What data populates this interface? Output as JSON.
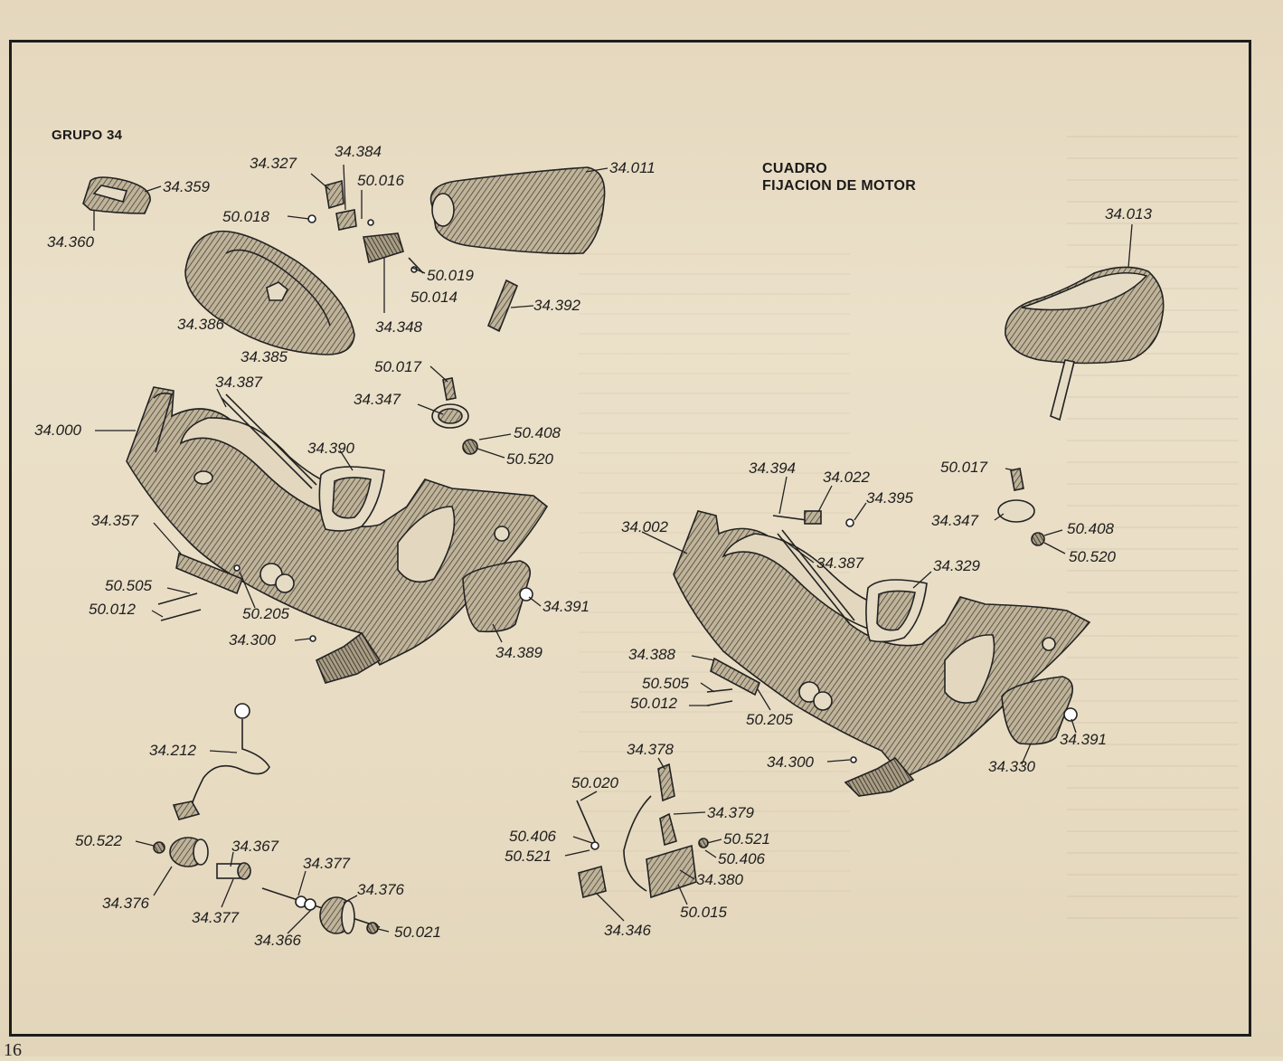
{
  "header": {
    "group": "GRUPO 34",
    "section_line1": "CUADRO",
    "section_line2": "FIJACION DE MOTOR",
    "page_number": "16"
  },
  "labels": [
    {
      "id": "l1",
      "text": "34.359"
    },
    {
      "id": "l2",
      "text": "34.360"
    },
    {
      "id": "l3",
      "text": "34.327"
    },
    {
      "id": "l4",
      "text": "34.384"
    },
    {
      "id": "l5",
      "text": "50.016"
    },
    {
      "id": "l6",
      "text": "50.018"
    },
    {
      "id": "l7",
      "text": "34.011"
    },
    {
      "id": "l8",
      "text": "50.019"
    },
    {
      "id": "l9",
      "text": "50.014"
    },
    {
      "id": "l10",
      "text": "34.392"
    },
    {
      "id": "l11",
      "text": "34.386"
    },
    {
      "id": "l12",
      "text": "34.348"
    },
    {
      "id": "l13",
      "text": "34.385"
    },
    {
      "id": "l14",
      "text": "50.017"
    },
    {
      "id": "l15",
      "text": "34.387"
    },
    {
      "id": "l16",
      "text": "34.347"
    },
    {
      "id": "l17",
      "text": "50.408"
    },
    {
      "id": "l18",
      "text": "50.520"
    },
    {
      "id": "l19",
      "text": "34.000"
    },
    {
      "id": "l20",
      "text": "34.390"
    },
    {
      "id": "l21",
      "text": "34.357"
    },
    {
      "id": "l22",
      "text": "50.505"
    },
    {
      "id": "l23",
      "text": "50.012"
    },
    {
      "id": "l24",
      "text": "50.205"
    },
    {
      "id": "l25",
      "text": "34.300"
    },
    {
      "id": "l26",
      "text": "34.391"
    },
    {
      "id": "l27",
      "text": "34.389"
    },
    {
      "id": "l28",
      "text": "34.013"
    },
    {
      "id": "l29",
      "text": "34.394"
    },
    {
      "id": "l30",
      "text": "34.022"
    },
    {
      "id": "l31",
      "text": "34.395"
    },
    {
      "id": "l32",
      "text": "50.017"
    },
    {
      "id": "l33",
      "text": "34.347"
    },
    {
      "id": "l34",
      "text": "50.408"
    },
    {
      "id": "l35",
      "text": "50.520"
    },
    {
      "id": "l36",
      "text": "34.002"
    },
    {
      "id": "l37",
      "text": "34.387"
    },
    {
      "id": "l38",
      "text": "34.329"
    },
    {
      "id": "l39",
      "text": "34.388"
    },
    {
      "id": "l40",
      "text": "50.505"
    },
    {
      "id": "l41",
      "text": "50.012"
    },
    {
      "id": "l42",
      "text": "50.205"
    },
    {
      "id": "l43",
      "text": "34.391"
    },
    {
      "id": "l44",
      "text": "34.300"
    },
    {
      "id": "l45",
      "text": "34.330"
    },
    {
      "id": "l46",
      "text": "34.212"
    },
    {
      "id": "l47",
      "text": "34.378"
    },
    {
      "id": "l48",
      "text": "50.020"
    },
    {
      "id": "l49",
      "text": "34.379"
    },
    {
      "id": "l50",
      "text": "50.406"
    },
    {
      "id": "l51",
      "text": "50.521"
    },
    {
      "id": "l52",
      "text": "50.521"
    },
    {
      "id": "l53",
      "text": "50.406"
    },
    {
      "id": "l54",
      "text": "34.380"
    },
    {
      "id": "l55",
      "text": "50.522"
    },
    {
      "id": "l56",
      "text": "34.367"
    },
    {
      "id": "l57",
      "text": "34.377"
    },
    {
      "id": "l58",
      "text": "34.376"
    },
    {
      "id": "l59",
      "text": "34.376"
    },
    {
      "id": "l60",
      "text": "34.377"
    },
    {
      "id": "l61",
      "text": "50.015"
    },
    {
      "id": "l62",
      "text": "34.366"
    },
    {
      "id": "l63",
      "text": "50.021"
    },
    {
      "id": "l64",
      "text": "34.346"
    }
  ]
}
